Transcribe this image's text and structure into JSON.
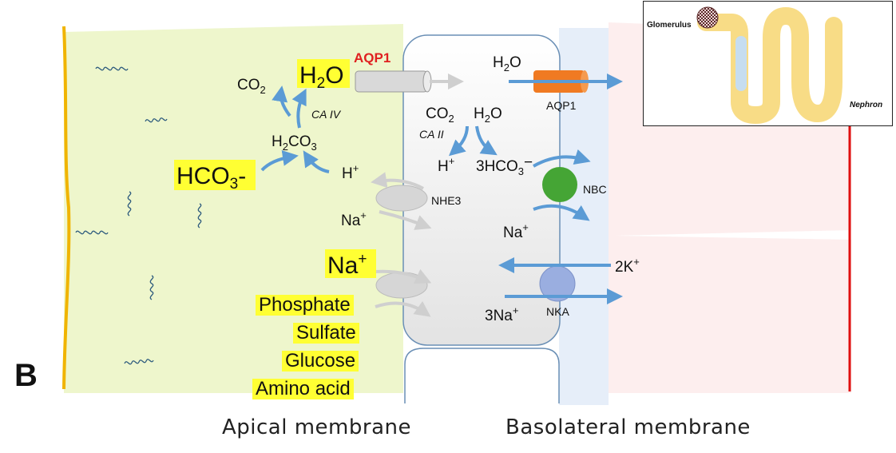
{
  "panel_label": "B",
  "captions": {
    "apical": "Apical membrane",
    "basolateral": "Basolateral membrane"
  },
  "inset": {
    "glomerulus": "Glomerulus",
    "nephron": "Nephron"
  },
  "lumen": {
    "h2o": "H",
    "h2o_sub": "2",
    "h2o_end": "O",
    "co2": "CO",
    "co2_sub": "2",
    "ca4": "CA IV",
    "h2co3_a": "H",
    "h2co3_sub1": "2",
    "h2co3_b": "CO",
    "h2co3_sub2": "3",
    "hco3_a": "HCO",
    "hco3_sub": "3",
    "hco3_b": "-",
    "hplus": "H",
    "hplus_sup": "+",
    "naplus": "Na",
    "naplus_sup": "+",
    "na_big": "Na",
    "na_big_sup": "+",
    "cotransported": [
      "Phosphate",
      "Sulfate",
      "Glucose",
      "Amino acid"
    ]
  },
  "cell": {
    "aqp1_apical": "AQP1",
    "co2": "CO",
    "co2_sub": "2",
    "h2o": "H",
    "h2o_sub": "2",
    "h2o_end": "O",
    "ca2": "CA II",
    "hplus": "H",
    "hplus_sup": "+",
    "hco3_a": "3HCO",
    "hco3_sub": "3",
    "hco3_b": "−",
    "nhe3": "NHE3",
    "naplus": "Na",
    "naplus_sup": "+",
    "na3_a": "3Na",
    "na3_sup": "+"
  },
  "basolateral": {
    "h2o": "H",
    "h2o_sub": "2",
    "h2o_end": "O",
    "aqp1": "AQP1",
    "nbc": "NBC",
    "k2_a": "2K",
    "k2_sup": "+",
    "nka": "NKA"
  },
  "colors": {
    "lumen_bg": "#eef6cc",
    "apical_line": "#f0b400",
    "cell_fill": "#f2f2f2",
    "cell_border": "#6a8fb5",
    "interstitium": "#e6eef9",
    "blood_bg": "#fdeeee",
    "blood_line": "#e01010",
    "arrow_blue": "#5b9bd5",
    "arrow_gray": "#cfcfcf",
    "aqp1_red": "#e02020",
    "highlight": "#ffff33",
    "nbc_green": "#45a535",
    "nka_purple": "#9aaee0",
    "aqp1_orange": "#f07a22"
  }
}
